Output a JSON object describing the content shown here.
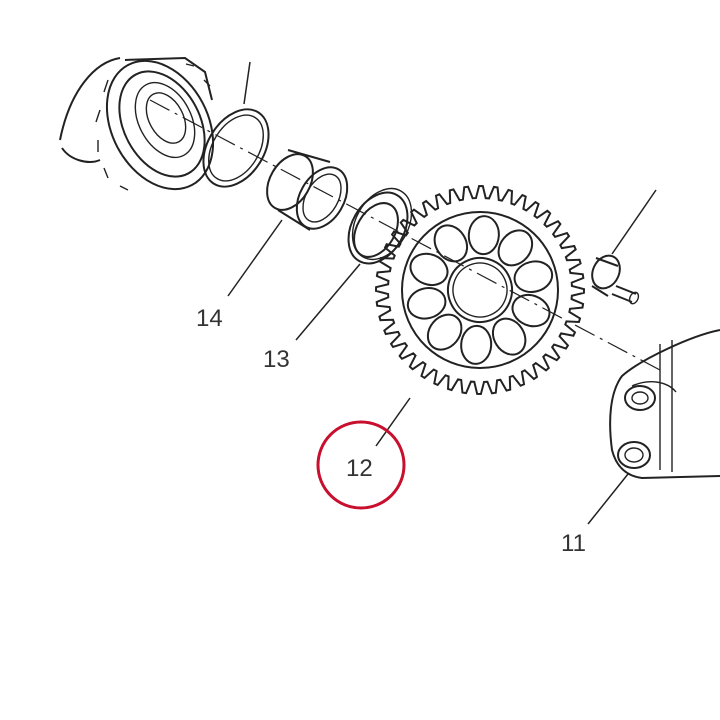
{
  "callouts": {
    "p11": "11",
    "p12": "12",
    "p13": "13",
    "p14": "14"
  },
  "highlight": {
    "part": "12",
    "color": "#c8102e"
  },
  "colors": {
    "line": "#222222",
    "label": "#333333",
    "background": "#ffffff"
  }
}
